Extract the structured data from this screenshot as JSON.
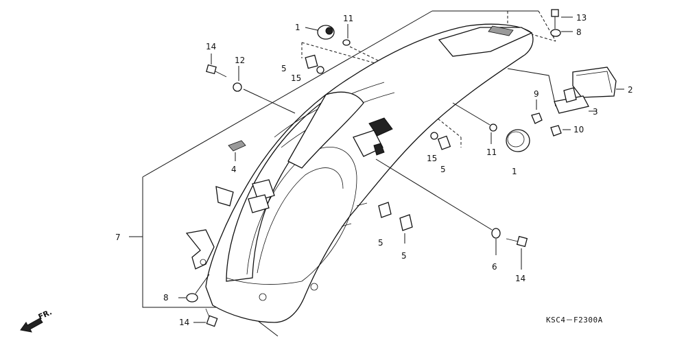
{
  "diagram": {
    "callouts": {
      "c1_top": "1",
      "c11_top": "11",
      "c13": "13",
      "c8_top": "8",
      "c14_top": "14",
      "c12": "12",
      "c5_top": "5",
      "c15_top": "15",
      "c2": "2",
      "c9": "9",
      "c3": "3",
      "c10": "10",
      "c11_mid": "11",
      "c1_mid": "1",
      "c15_mid": "15",
      "c5_mid": "5",
      "c4": "4",
      "c7": "7",
      "c5_low_left": "5",
      "c5_low_right": "5",
      "c6": "6",
      "c14_right": "14",
      "c8_bottom": "8",
      "c14_bottom": "14"
    },
    "drawing_code": "KSC4－F2300A",
    "front_marker": "FR."
  }
}
